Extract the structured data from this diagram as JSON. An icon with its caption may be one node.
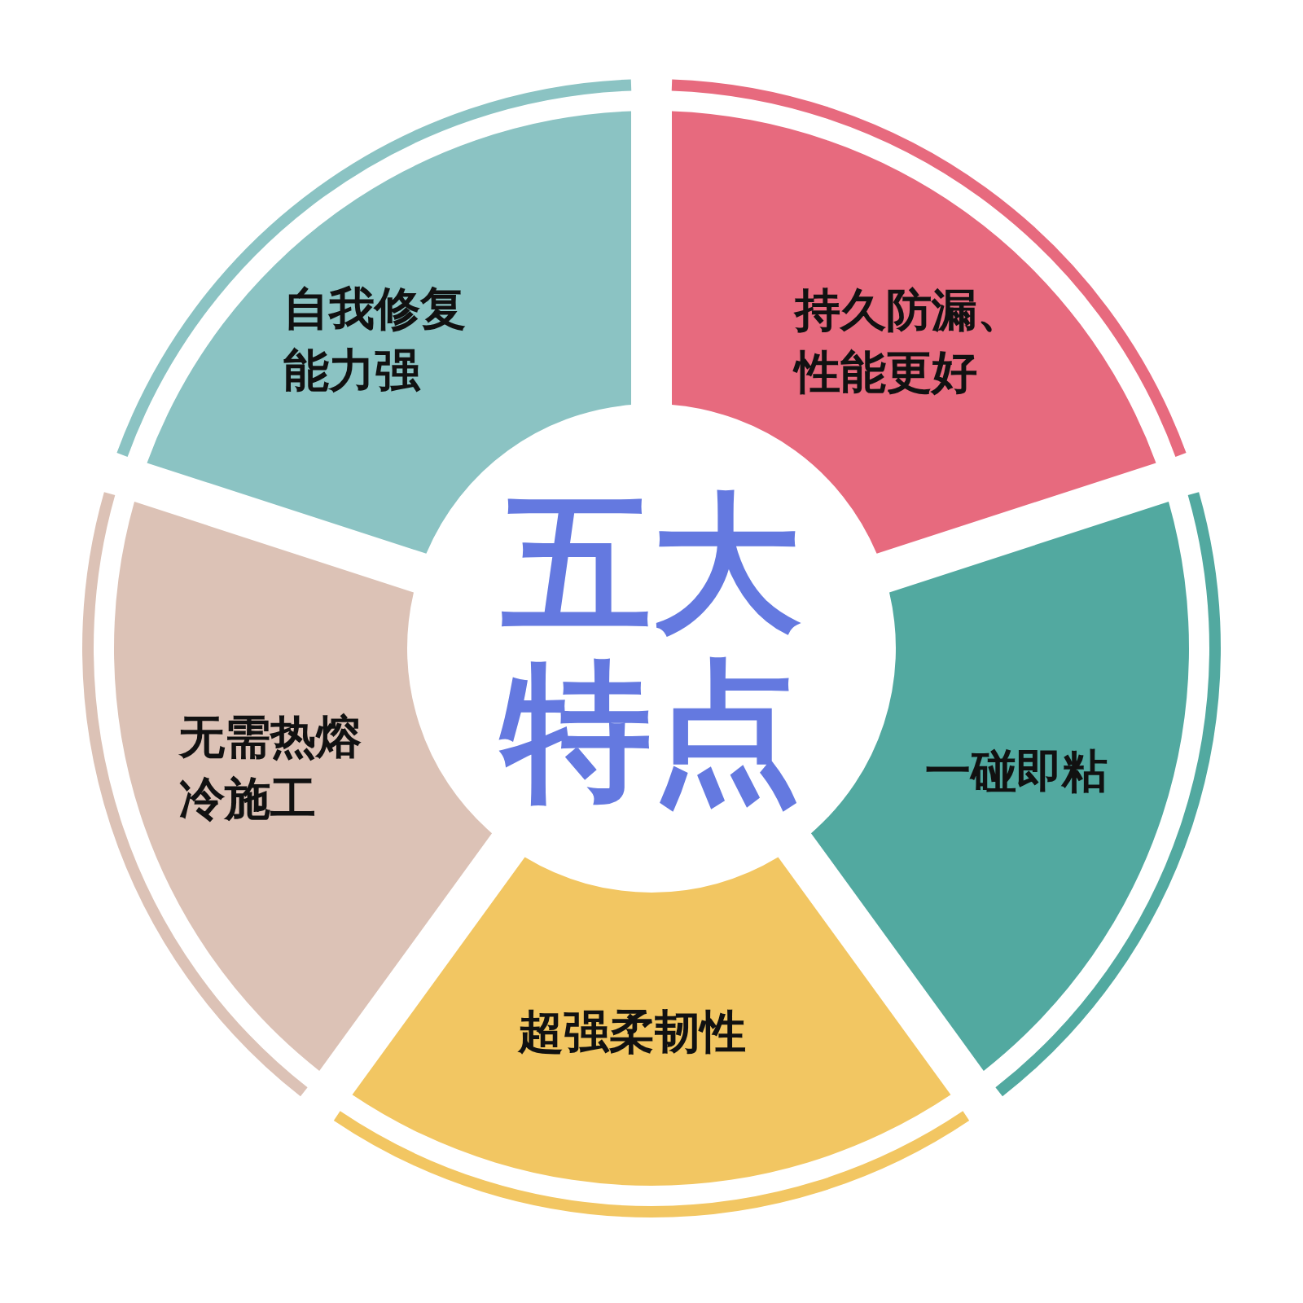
{
  "diagram": {
    "nodes": [
      {
        "text": [
          "五大特点"
        ]
      },
      {
        "text": [
          "自我修复能力强"
        ]
      },
      {
        "text": [
          "持久防漏、性能更好"
        ]
      },
      {
        "text": [
          "一碰即粘"
        ]
      },
      {
        "text": [
          "超强柔韧性"
        ]
      },
      {
        "text": [
          "无需热熔冷施工"
        ]
      }
    ]
  }
}
